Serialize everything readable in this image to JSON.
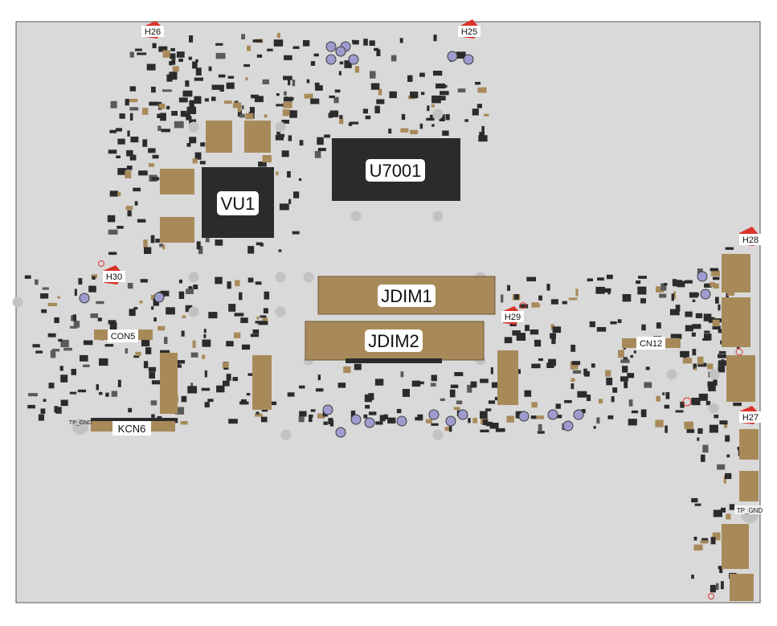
{
  "colors": {
    "background": "#ffffff",
    "board_fill": "#d9d9d9",
    "board_stroke": "#555555",
    "ic_fill": "#2b2b2b",
    "pad_fill": "#a88a5a",
    "via_fill": "#9e9ccf",
    "hole_fill": "#c2c2c2",
    "marker_red": "#d9342b",
    "label_bg": "#ffffff"
  },
  "chips": {
    "u7001": "U7001",
    "vu1": "VU1"
  },
  "connectors": {
    "jdim1": "JDIM1",
    "jdim2": "JDIM2",
    "con5": "CON5",
    "kcn6": "KCN6",
    "cn12": "CN12"
  },
  "mounting_holes": {
    "h25": "H25",
    "h26": "H26",
    "h27": "H27",
    "h28": "H28",
    "h29": "H29",
    "h30": "H30"
  },
  "test_points": {
    "tp_gnd_left": "TP_GND",
    "tp_gnd_right": "TP_GND"
  }
}
